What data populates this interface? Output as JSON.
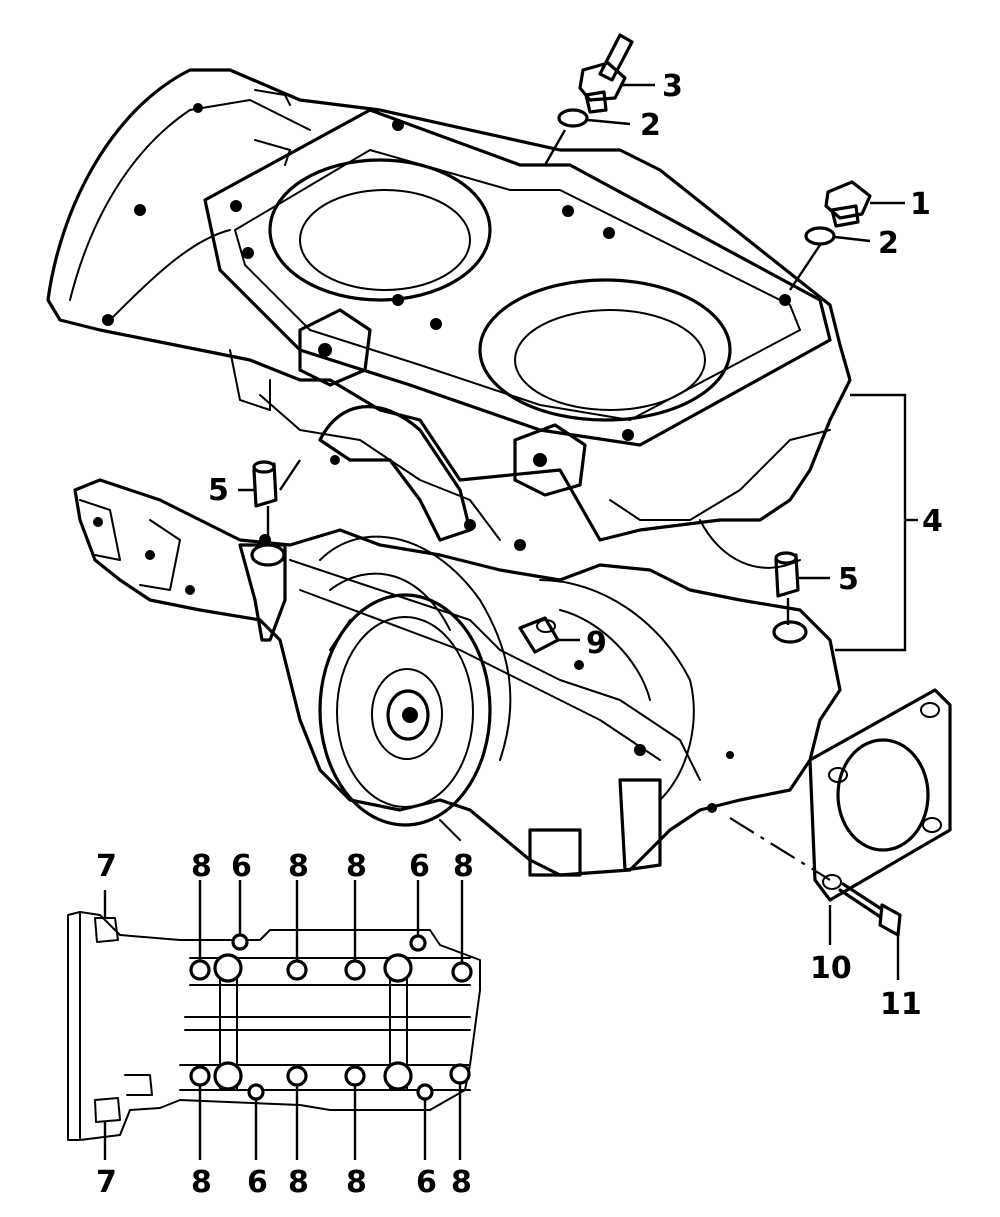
{
  "callouts": [
    {
      "id": "c1",
      "text": "1"
    },
    {
      "id": "c2a",
      "text": "2"
    },
    {
      "id": "c2b",
      "text": "2"
    },
    {
      "id": "c3",
      "text": "3"
    },
    {
      "id": "c4",
      "text": "4"
    },
    {
      "id": "c5a",
      "text": "5"
    },
    {
      "id": "c5b",
      "text": "5"
    },
    {
      "id": "c9",
      "text": "9"
    },
    {
      "id": "c10",
      "text": "10"
    },
    {
      "id": "c11",
      "text": "11"
    }
  ],
  "inset_callouts_top": [
    "7",
    "8",
    "6",
    "8",
    "8",
    "6",
    "8"
  ],
  "inset_callouts_bottom": [
    "7",
    "8",
    "6",
    "8",
    "8",
    "6",
    "8"
  ]
}
